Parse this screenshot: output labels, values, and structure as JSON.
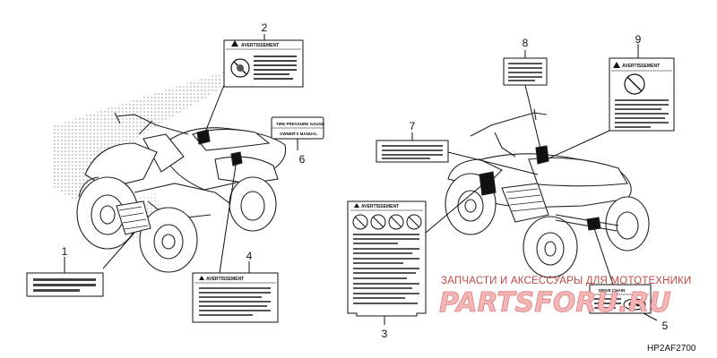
{
  "callouts": [
    "1",
    "2",
    "3",
    "4",
    "5",
    "6",
    "7",
    "8",
    "9"
  ],
  "labels": {
    "warning_fr": "AVERTISSEMENT",
    "tire_pressure": "TIRE PRESSURE GAUGE",
    "owners_manual": "OWNER'S MANUAL",
    "drive_chain": "DRIVE CHAIN"
  },
  "watermark": {
    "text": "ЗАПЧАСТИ И АКСЕССУАРЫ ДЛЯ МОТОТЕХНИКИ",
    "logo": "PARTSFORU.RU"
  },
  "diagram_code": "HP2AF2700",
  "colors": {
    "watermark": "#c24848",
    "logo": "#f3b5b5",
    "ink": "#111111"
  }
}
